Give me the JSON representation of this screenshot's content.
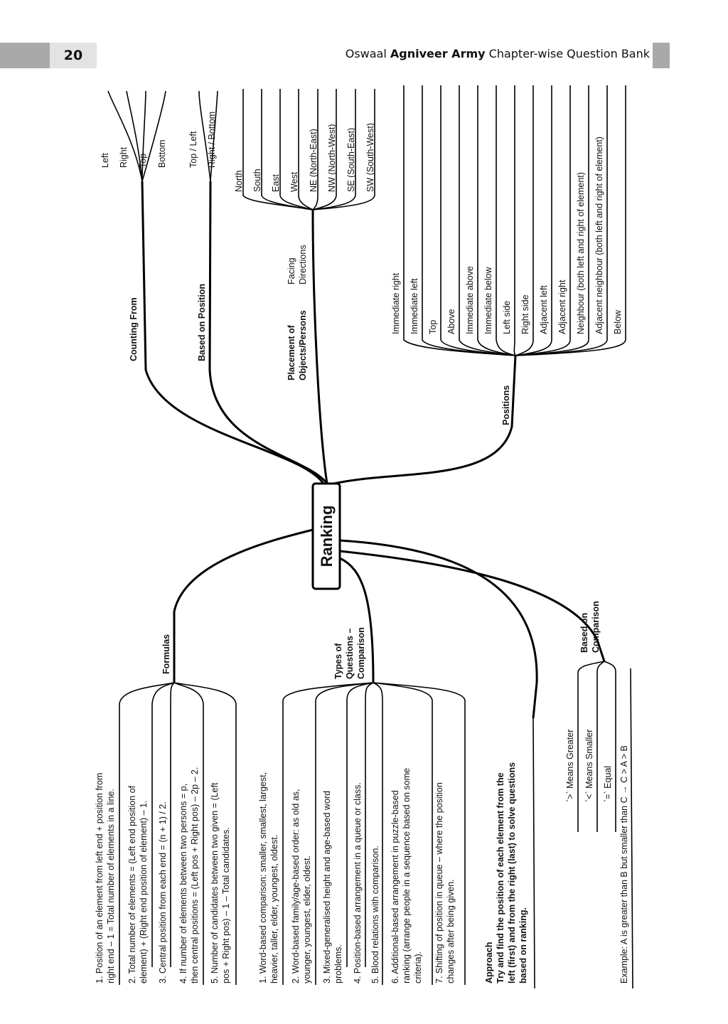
{
  "header": {
    "page_number": "20",
    "book_prefix": "Oswaal ",
    "book_bold": "Agniveer Army",
    "book_suffix": " Chapter-wise Question Bank"
  },
  "central": "Ranking",
  "counting_from": {
    "label": "Counting From",
    "items": [
      "Left",
      "Right",
      "Top",
      "Bottom"
    ]
  },
  "based_on_position": {
    "label": "Based on Position",
    "items": [
      "Top / Left",
      "Right / Bottom"
    ]
  },
  "placement": {
    "label_line1": "Placement of",
    "label_line2": "Objects/Persons",
    "facing_line1": "Facing",
    "facing_line2": "Directions",
    "items": [
      "North",
      "South",
      "East",
      "West",
      "NE (North-East)",
      "NW (North-West)",
      "SE (South-East)",
      "SW (South-West)"
    ]
  },
  "positions": {
    "label": "Positions",
    "items": [
      "Immediate right",
      "Immediate left",
      "Top",
      "Above",
      "Immediate above",
      "Immediate below",
      "Left side",
      "Right side",
      "Adjacent left",
      "Adjacent right",
      "Neighbour (both left and right of element)",
      "Adjacent neighbour (both left and right of element)",
      "Below"
    ]
  },
  "formulas": {
    "label": "Formulas",
    "items": [
      [
        "1. Position of an element from left end + position from",
        "right end – 1 = Total number of elements in a line."
      ],
      [
        "2. Total number of elements = (Left end position of",
        "element) + (Right end position of element) – 1."
      ],
      [
        "3. Central position from each end = (n + 1) / 2."
      ],
      [
        "4. If number of elements between two persons = p,",
        "then central positions = (Left pos + Right pos) – 2p – 2."
      ],
      [
        "5. Number of candidates between two given = (Left",
        "pos + Right pos) – 1 – Total candidates."
      ]
    ]
  },
  "types": {
    "label_line1": "Types of",
    "label_line2": "Questions –",
    "label_line3": "Comparison",
    "items": [
      [
        "1. Word-based comparison: smaller, smallest, largest,",
        "heavier, taller, elder, youngest, oldest."
      ],
      [
        "2. Word-based family/age-based order: as old as,",
        "younger, youngest, elder, oldest."
      ],
      [
        "3. Mixed-generalised height and age-based word",
        "problems."
      ],
      [
        "4. Position-based arrangement in a queue or class."
      ],
      [
        "5. Blood relations with comparison."
      ],
      [
        "6. Additional-based arrangement in puzzle-based",
        "ranking (arrange people in a sequence based on some",
        "criteria)."
      ],
      [
        "7. Shifting of position in queue – where the position",
        "changes after being given."
      ]
    ]
  },
  "approach": {
    "title": "Approach",
    "lines": [
      "Try and find the position of each element from the",
      "left (first) and from the right (last) to solve questions",
      "based on ranking."
    ]
  },
  "comparison": {
    "label_line1": "Based on",
    "label_line2": "Comparison",
    "items": [
      "`>` Means Greater",
      "`<` Means Smaller",
      "`=` Equal"
    ],
    "example": "Example: A is greater than B but smaller than C → C > A > B"
  }
}
